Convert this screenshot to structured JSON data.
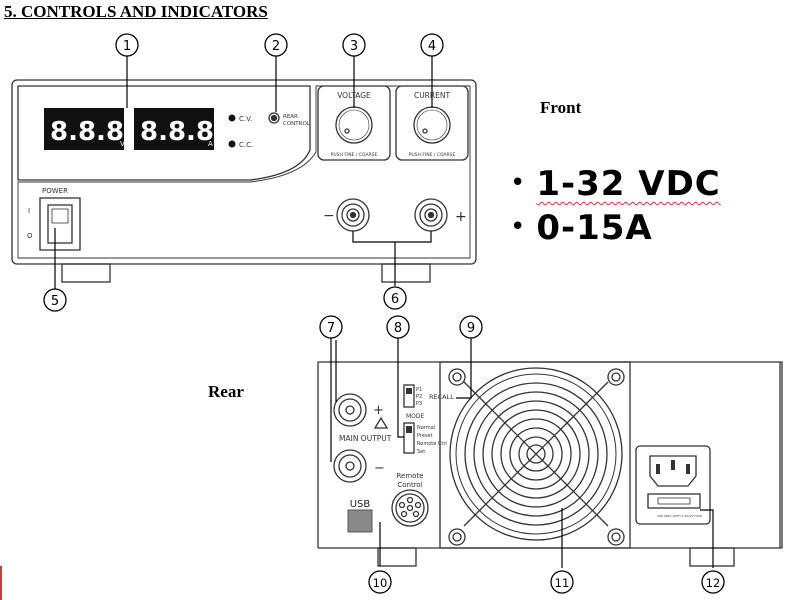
{
  "heading": "5.  CONTROLS AND INDICATORS",
  "labels": {
    "front": "Front",
    "rear": "Rear"
  },
  "specs": [
    {
      "bullet": "•",
      "text": "1-32 VDC"
    },
    {
      "bullet": "•",
      "text": "0-15A"
    }
  ],
  "callouts": [
    "1",
    "2",
    "3",
    "4",
    "5",
    "6",
    "7",
    "8",
    "9",
    "10",
    "11",
    "12"
  ],
  "front_panel": {
    "display_left": "8.8.8.",
    "display_left_unit": "V",
    "display_right": "8.8.8.",
    "display_right_unit": "A",
    "cv": "C.V.",
    "cc": "C.C.",
    "rear_control_1": "REAR",
    "rear_control_2": "CONTROL",
    "voltage": "VOLTAGE",
    "current": "CURRENT",
    "push_fine_coarse": "PUSH   FINE / COARSE",
    "power": "POWER",
    "switch_on": "I",
    "switch_off": "O",
    "minus": "−",
    "plus": "+"
  },
  "rear_panel": {
    "plus": "+",
    "minus": "−",
    "main_output": "MAIN OUTPUT",
    "p1": "P1",
    "p2": "P2",
    "p3": "P3",
    "recall": "RECALL",
    "mode": "MODE",
    "normal": "Normal",
    "preset": "Preset",
    "remote_ctrl": "Remote Ctrl",
    "set": "Set",
    "remote_control_1": "Remote",
    "remote_control_2": "Control",
    "usb": "USB",
    "fuse_note": "USE ONLY WITH A 20A/5 FUSE"
  },
  "colors": {
    "line": "#333333",
    "display": "#111111",
    "spell_underline": "#dd3333"
  }
}
